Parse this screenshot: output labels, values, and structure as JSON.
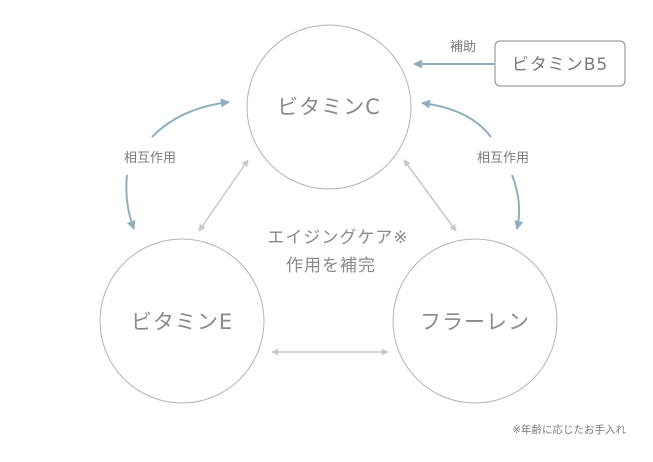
{
  "nodes": {
    "vitamin_c": "ビタミンC",
    "vitamin_e": "ビタミンE",
    "fullerene": "フラーレン",
    "vitamin_b5": "ビタミンB5"
  },
  "edges": {
    "assist_label": "補助",
    "interaction_left": "相互作用",
    "interaction_right": "相互作用"
  },
  "center": {
    "line1": "エイジングケア※",
    "line2": "作用を補完"
  },
  "footnote": "※年齢に応じたお手入れ",
  "colors": {
    "circle_stroke": "#b4b4b4",
    "gray_arrow": "#c8c8c8",
    "blue_arrow": "#8fafbf",
    "text": "#8a8a8a"
  }
}
